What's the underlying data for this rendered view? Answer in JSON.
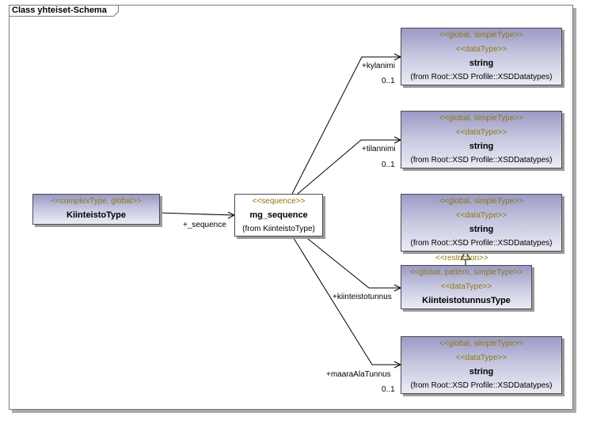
{
  "frame": {
    "title": "Class yhteiset-Schema"
  },
  "classes": {
    "kiinteisto_type": {
      "stereotype": "<<complexType, global>>",
      "name": "KiinteistoType"
    },
    "mg_sequence": {
      "stereotype": "<<sequence>>",
      "name": "mg_sequence",
      "from": "(from KiinteistoType)"
    },
    "string_kylanimi": {
      "stereotype1": "<<global, simpleType>>",
      "stereotype2": "<<dataType>>",
      "name": "string",
      "from": "(from Root::XSD Profile::XSDDatatypes)"
    },
    "string_tilannimi": {
      "stereotype1": "<<global, simpleType>>",
      "stereotype2": "<<dataType>>",
      "name": "string",
      "from": "(from Root::XSD Profile::XSDDatatypes)"
    },
    "string_restriction": {
      "stereotype1": "<<global, simpleType>>",
      "stereotype2": "<<dataType>>",
      "name": "string",
      "from": "(from Root::XSD Profile::XSDDatatypes)"
    },
    "kiinteistotunnus_type": {
      "stereotype1": "<<global, pattern, simpleType>>",
      "stereotype2": "<<dataType>>",
      "name": "KiinteistotunnusType"
    },
    "string_maaraala": {
      "stereotype1": "<<global, simpleType>>",
      "stereotype2": "<<dataType>>",
      "name": "string",
      "from": "(from Root::XSD Profile::XSDDatatypes)"
    }
  },
  "edges": {
    "sequence": {
      "role": "+_sequence"
    },
    "kylanimi": {
      "role": "+kylanimi",
      "multiplicity": "0..1"
    },
    "tilannimi": {
      "role": "+tilannimi",
      "multiplicity": "0..1"
    },
    "kiinteistotunnus": {
      "role": "+kiinteistotunnus"
    },
    "maara_ala_tunnus": {
      "role": "+maaraAlaTunnus",
      "multiplicity": "0..1"
    },
    "restriction": {
      "stereotype": "<<restriction>>"
    }
  }
}
